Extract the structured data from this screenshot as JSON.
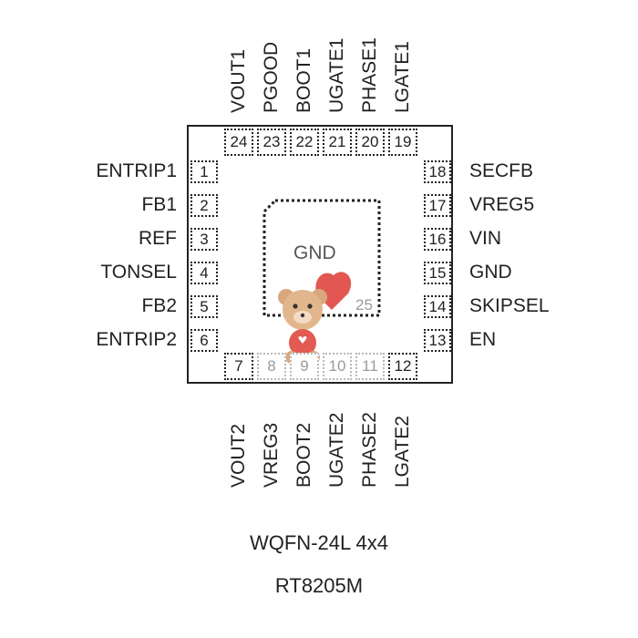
{
  "package": "WQFN-24L 4x4",
  "part": "RT8205M",
  "exposed_pad": {
    "label": "GND",
    "number": "25"
  },
  "left_pins": [
    {
      "num": "1",
      "name": "ENTRIP1"
    },
    {
      "num": "2",
      "name": "FB1"
    },
    {
      "num": "3",
      "name": "REF"
    },
    {
      "num": "4",
      "name": "TONSEL"
    },
    {
      "num": "5",
      "name": "FB2"
    },
    {
      "num": "6",
      "name": "ENTRIP2"
    }
  ],
  "bottom_pins": [
    {
      "num": "7",
      "name": "VOUT2"
    },
    {
      "num": "8",
      "name": "VREG3"
    },
    {
      "num": "9",
      "name": "BOOT2"
    },
    {
      "num": "10",
      "name": "UGATE2"
    },
    {
      "num": "11",
      "name": "PHASE2"
    },
    {
      "num": "12",
      "name": "LGATE2"
    }
  ],
  "right_pins": [
    {
      "num": "13",
      "name": "EN"
    },
    {
      "num": "14",
      "name": "SKIPSEL"
    },
    {
      "num": "15",
      "name": "GND"
    },
    {
      "num": "16",
      "name": "VIN"
    },
    {
      "num": "17",
      "name": "VREG5"
    },
    {
      "num": "18",
      "name": "SECFB"
    }
  ],
  "top_pins": [
    {
      "num": "19",
      "name": "LGATE1"
    },
    {
      "num": "20",
      "name": "PHASE1"
    },
    {
      "num": "21",
      "name": "UGATE1"
    },
    {
      "num": "22",
      "name": "BOOT1"
    },
    {
      "num": "23",
      "name": "PGOOD"
    },
    {
      "num": "24",
      "name": "VOUT1"
    }
  ]
}
